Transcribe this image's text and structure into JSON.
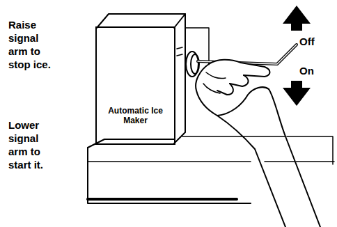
{
  "diagram": {
    "nodes": [
      {
        "text": [
          "Automatic Ice Maker"
        ]
      }
    ],
    "labels": [
      "Raise signal arm to stop ice.",
      "Lower signal arm to start it.",
      "Off",
      "On"
    ]
  }
}
